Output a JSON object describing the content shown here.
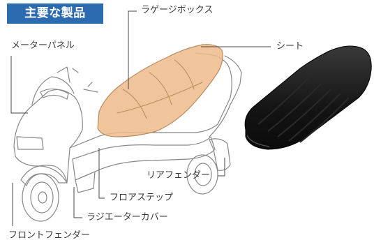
{
  "title": "主要な製品",
  "colors": {
    "badge_bg": "#2d6bb1",
    "badge_text": "#ffffff",
    "highlight_fill": "#efbb8a",
    "outline": "#888888",
    "leader_line": "#444444",
    "seat_product": "#1a1a1a"
  },
  "labels": {
    "luggage_box": "ラゲージボックス",
    "meter_panel": "メーターパネル",
    "seat": "シート",
    "rear_fender": "リアフェンダー",
    "floor_step": "フロアステップ",
    "radiator_cover": "ラジエーターカバー",
    "front_fender": "フロントフェンダー"
  },
  "icons": {
    "scooter": "scooter-line-drawing",
    "seat": "motorcycle-seat-photo"
  }
}
